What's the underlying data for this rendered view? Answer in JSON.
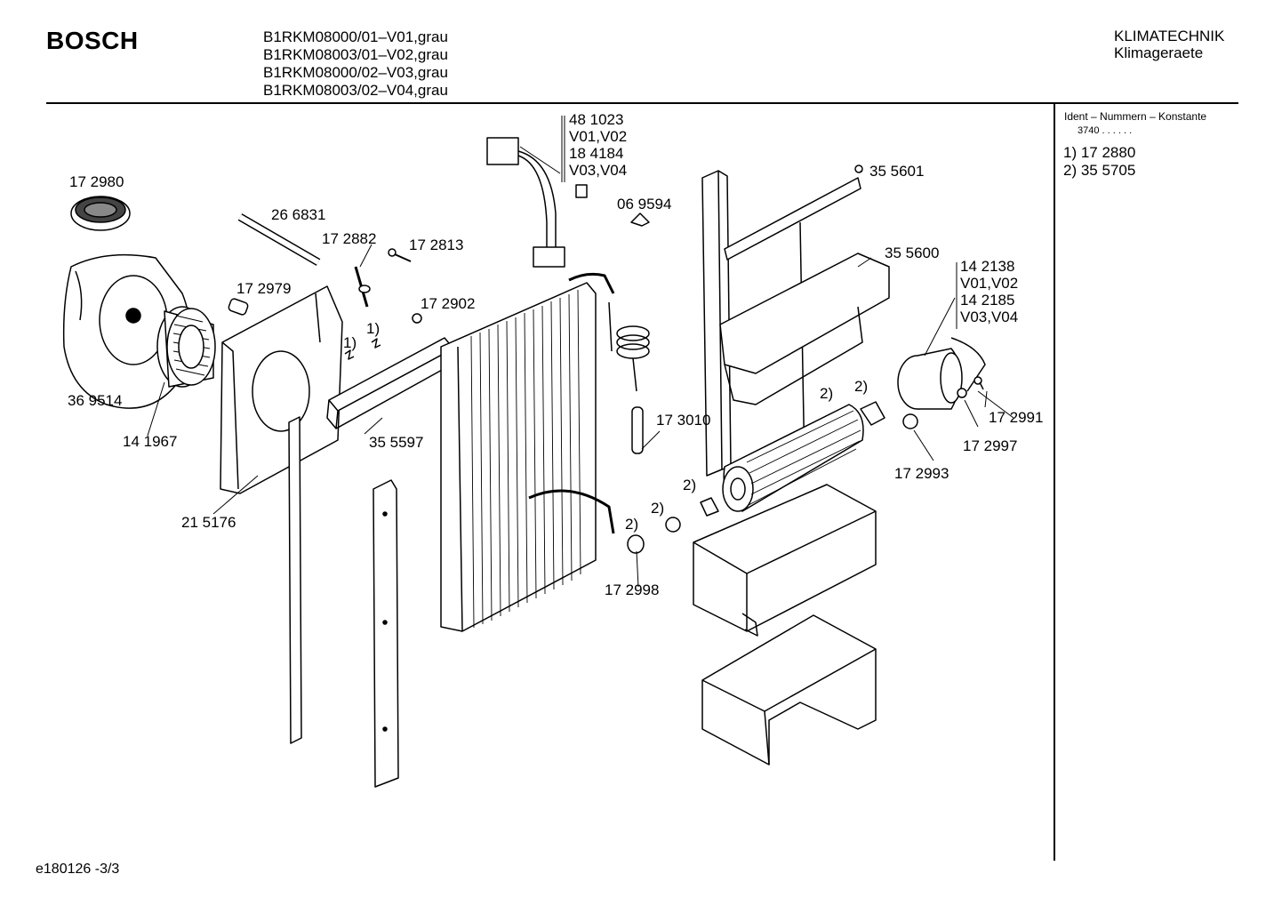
{
  "header": {
    "brand": "BOSCH",
    "models": [
      "B1RKM08000/01–V01,grau",
      "B1RKM08003/01–V02,grau",
      "B1RKM08000/02–V03,grau",
      "B1RKM08003/02–V04,grau"
    ],
    "category": "KLIMATECHNIK",
    "subcategory": "Klimageraete"
  },
  "sidebar": {
    "title": "Ident – Nummern – Konstante",
    "constant": "3740 . . . . . .",
    "notes": [
      "1)  17 2880",
      "2)  35 5705"
    ]
  },
  "parts": {
    "p172980": "17 2980",
    "p266831": "26 6831",
    "p172882": "17 2882",
    "p172813": "17 2813",
    "p172979": "17 2979",
    "p172902": "17 2902",
    "p369514": "36 9514",
    "p141967": "14 1967",
    "p355597": "35 5597",
    "p215176": "21 5176",
    "wire_block": [
      "48 1023",
      "V01,V02",
      "18 4184",
      "V03,V04"
    ],
    "p069594": "06 9594",
    "p173010": "17 3010",
    "p172998": "17 2998",
    "p355601": "35 5601",
    "p355600": "35 5600",
    "motor_block": [
      "14 2138",
      "V01,V02",
      "14 2185",
      "V03,V04"
    ],
    "p172991": "17 2991",
    "p172997": "17 2997",
    "p172993": "17 2993",
    "note1": "1)",
    "note2": "2)"
  },
  "footer": {
    "code": "e180126 -3/3"
  }
}
